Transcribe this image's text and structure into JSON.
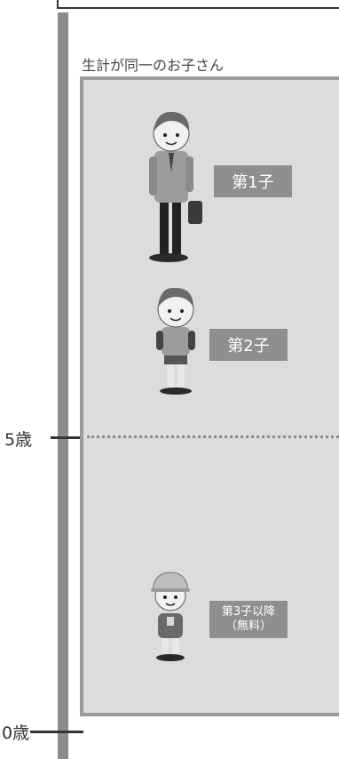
{
  "group": {
    "title": "生計が同一のお子さん"
  },
  "ages": {
    "five": "5歳",
    "zero": "0歳"
  },
  "children": [
    {
      "label": "第1子"
    },
    {
      "label": "第2子"
    },
    {
      "label_line1": "第3子以降",
      "label_line2": "（無料）"
    }
  ]
}
